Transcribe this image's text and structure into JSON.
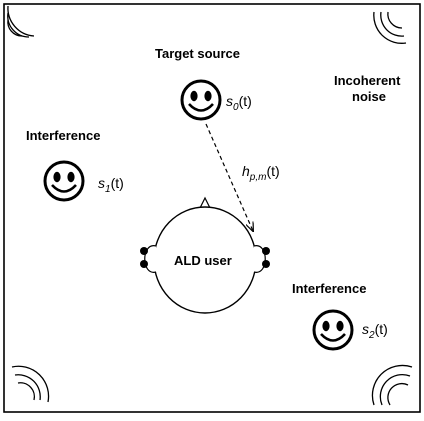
{
  "labels": {
    "target_source": "Target source",
    "incoherent_noise_line1": "Incoherent",
    "incoherent_noise_line2": "noise",
    "interference_left": "Interference",
    "interference_right": "Interference",
    "ald_user": "ALD user"
  },
  "math": {
    "s0": {
      "base": "s",
      "sub": "0",
      "arg": "(t)"
    },
    "s1": {
      "base": "s",
      "sub": "1",
      "arg": "(t)"
    },
    "s2": {
      "base": "s",
      "sub": "2",
      "arg": "(t)"
    },
    "h": {
      "base": "h",
      "sub": "p,m",
      "arg": "(t)"
    }
  },
  "icons": [
    "smiley-face-icon",
    "sound-wave-icon",
    "head-icon",
    "microphone-icon",
    "dashed-arrow-icon"
  ],
  "colors": {
    "stroke": "#000000",
    "background": "#ffffff"
  }
}
